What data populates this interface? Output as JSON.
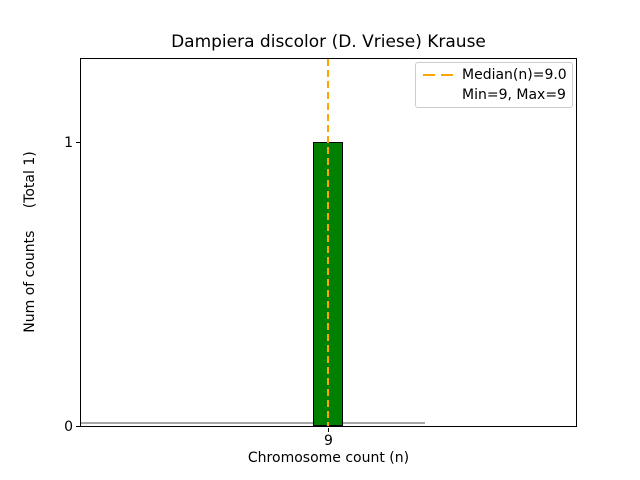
{
  "chart_data": {
    "type": "bar",
    "title": "Dampiera discolor (D. Vriese) Krause",
    "xlabel": "Chromosome count (n)",
    "ylabel": "Num of counts     (Total 1)",
    "categories": [
      "9"
    ],
    "values": [
      1
    ],
    "x_ticks": [
      "9"
    ],
    "y_ticks": [
      "0",
      "1"
    ],
    "ylim": [
      0,
      1.3
    ],
    "grid": false,
    "total_counts": 1,
    "median": 9.0,
    "min": 9,
    "max": 9,
    "legend": {
      "position": "upper right",
      "entries": [
        {
          "label": "Median(n)=9.0",
          "handle": "orange-dashed-line"
        },
        {
          "label": "Min=9, Max=9",
          "handle": "none"
        }
      ]
    },
    "colors": {
      "bar_fill": "#008000",
      "bar_edge": "#000000",
      "median_line": "#FFA500",
      "legend_border": "#cccccc",
      "baseline_artifact": "#a6a6a6",
      "text": "#000000",
      "background": "#ffffff"
    }
  }
}
